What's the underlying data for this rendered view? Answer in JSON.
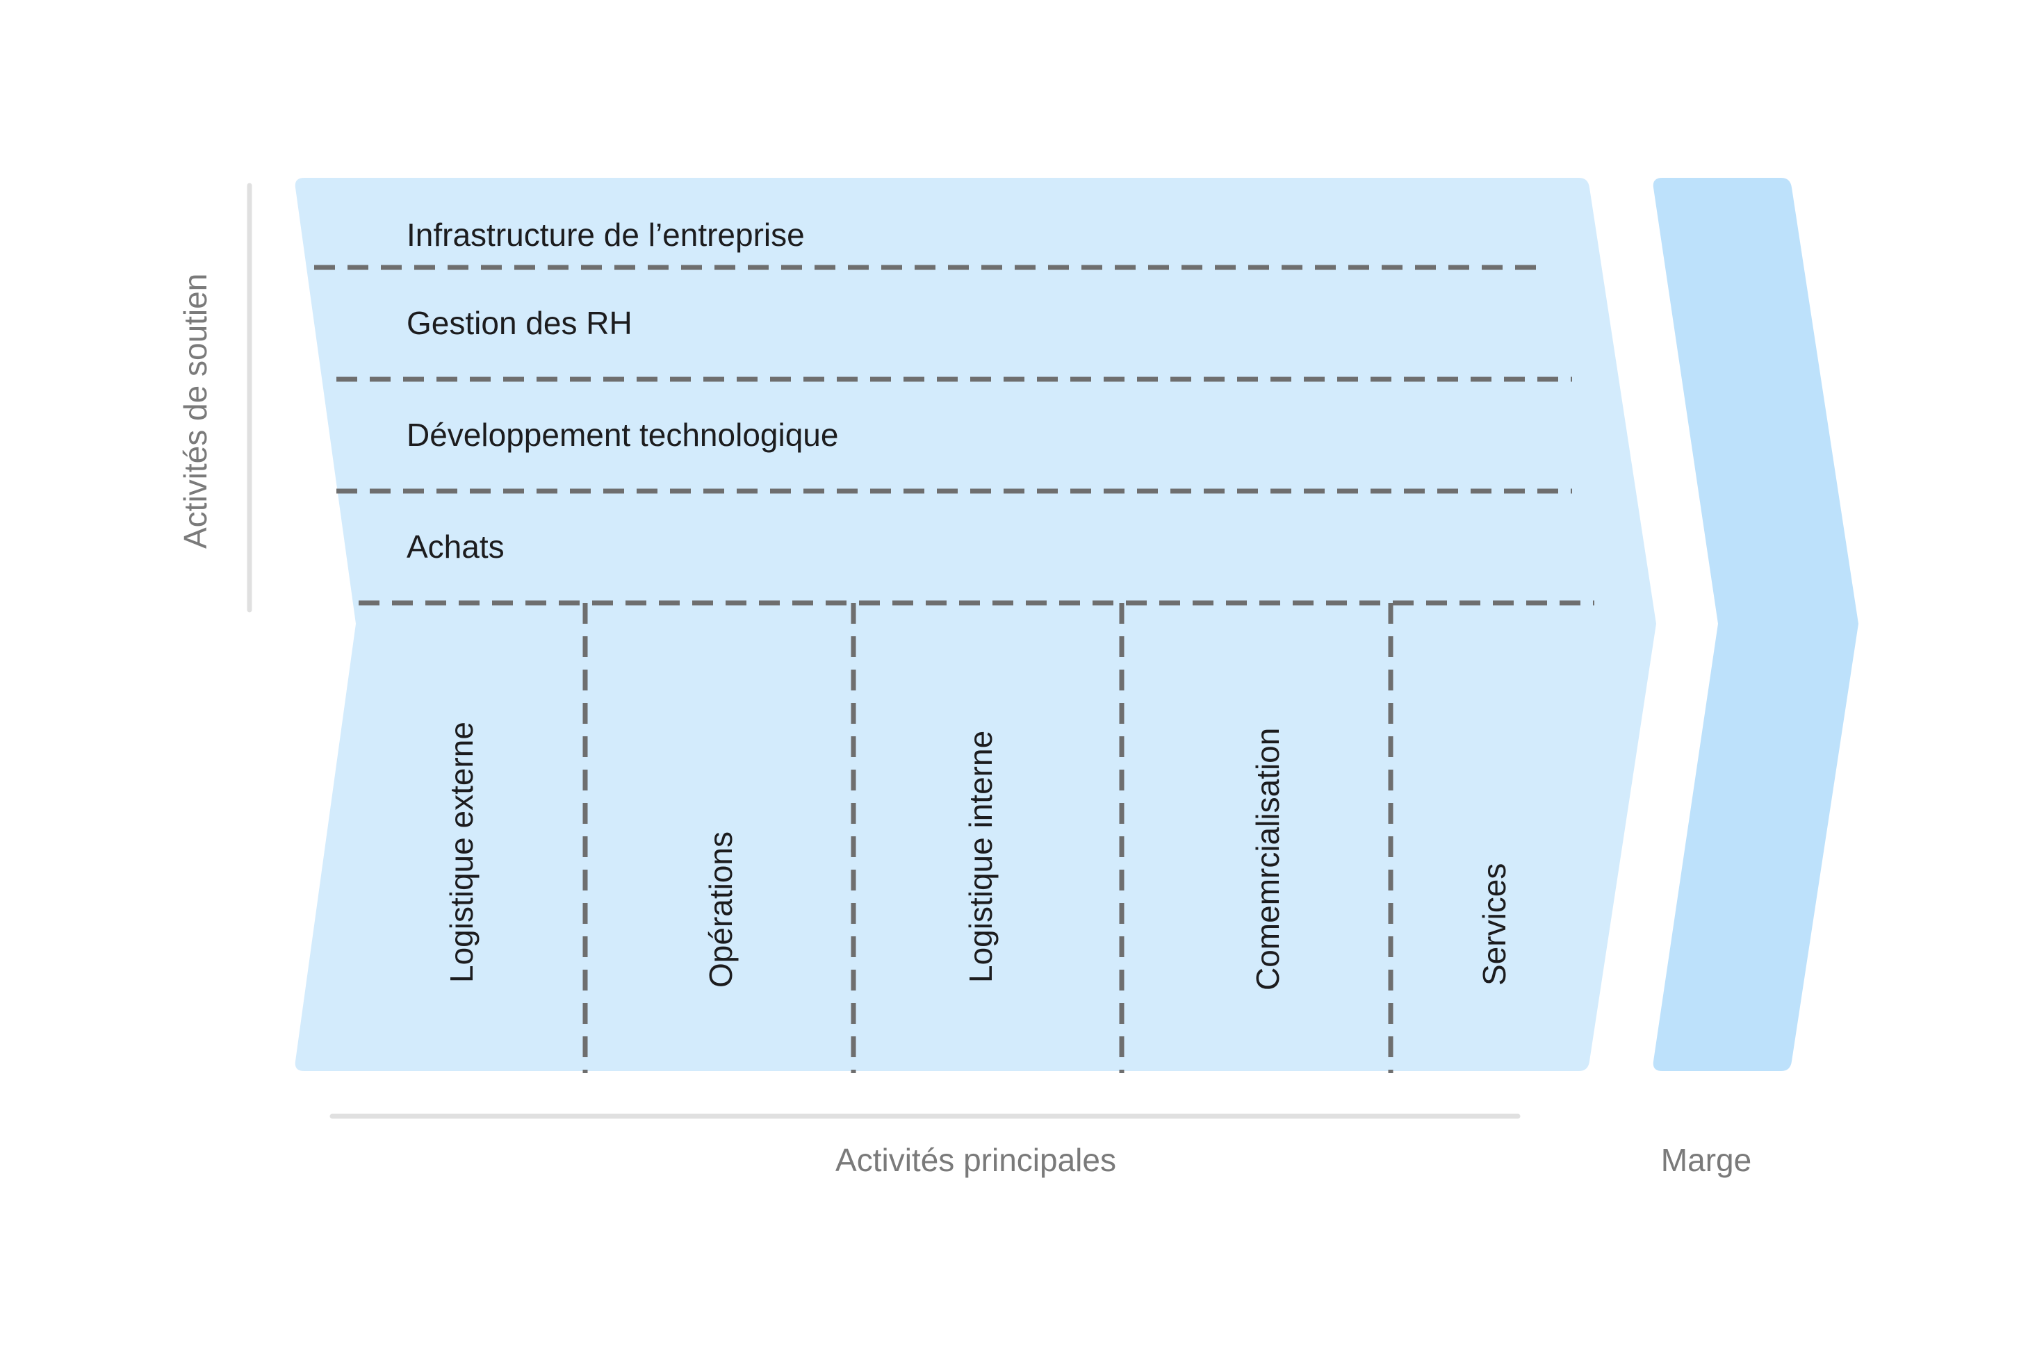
{
  "colors": {
    "main_fill": "#d3ebfc",
    "margin_fill": "#bde1fb",
    "divider": "#6e6e6e",
    "bracket": "#e0e0e0",
    "axis_text": "#7a7a7a",
    "body_text": "#1c1c1e"
  },
  "support_activities": {
    "title": "Activités de soutien",
    "items": [
      "Infrastructure de l’entreprise",
      "Gestion des RH",
      "Développement technologique",
      "Achats"
    ]
  },
  "primary_activities": {
    "title": "Activités principales",
    "items": [
      "Logistique externe",
      "Opérations",
      "Logistique interne",
      "Comemrcialisation",
      "Services"
    ]
  },
  "margin": {
    "label": "Marge"
  }
}
